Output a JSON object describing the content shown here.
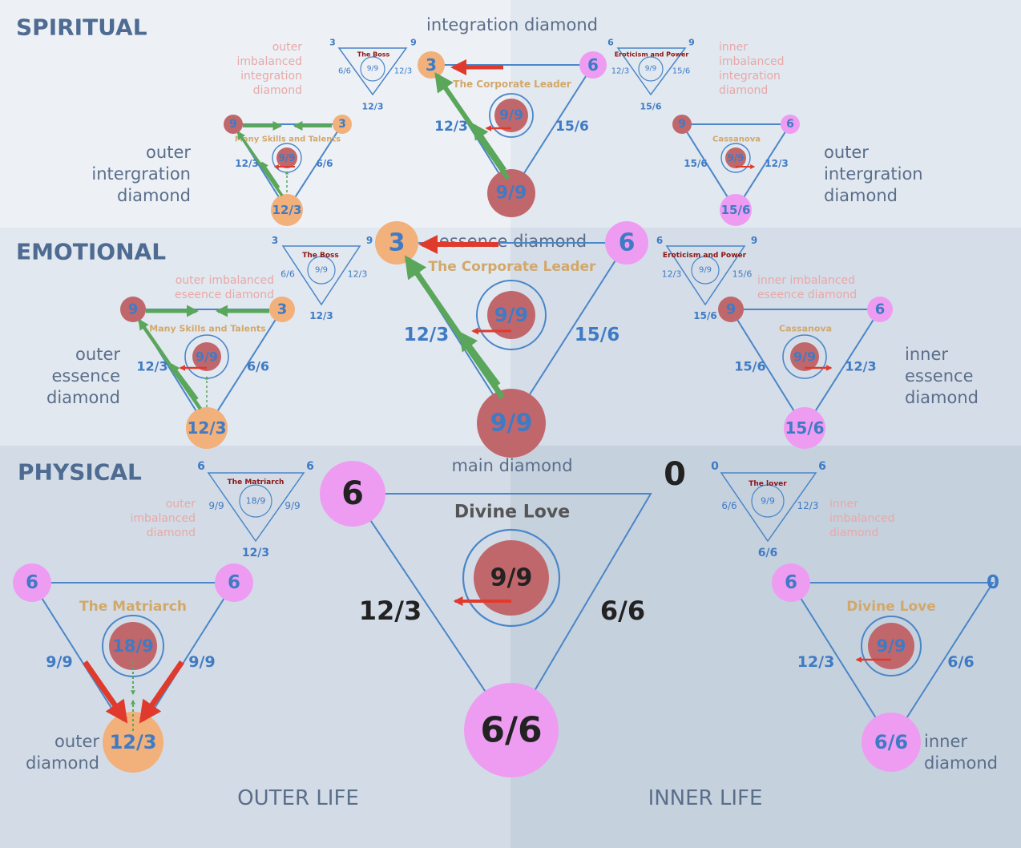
{
  "colors": {
    "band_spiritual_left": "#edf1f6",
    "band_spiritual_right": "#e1e8f0",
    "band_emotional_left": "#e2e8f0",
    "band_emotional_right": "#d5dde8",
    "band_physical_left": "#d3dce6",
    "band_physical_right": "#c6d1de",
    "line": "#4a86c8",
    "num": "#3f7bc4",
    "dark": "#222222",
    "core": "#c0676c",
    "orange": "#f2b07a",
    "pink": "#ee9cf2",
    "green": "#5aa65a",
    "red": "#e03a2c",
    "gold": "#d2a86a",
    "salmon": "#e8a8a8",
    "label": "#5a6e8a",
    "section": "#4e6b92",
    "maroon": "#8a1414",
    "divine": "#555555"
  },
  "sections": {
    "spiritual": "SPIRITUAL",
    "emotional": "EMOTIONAL",
    "physical": "PHYSICAL"
  },
  "footer": {
    "outer_life": "OUTER LIFE",
    "inner_life": "INNER LIFE"
  },
  "labels": {
    "integration_diamond": "integration diamond",
    "essence_diamond": "essence diamond",
    "main_diamond": "main diamond",
    "outer_imbalanced_integration": [
      "outer",
      "imbalanced",
      "integration",
      "diamond"
    ],
    "inner_imbalanced_integration": [
      "inner",
      "imbalanced",
      "integration",
      "diamond"
    ],
    "outer_integration": [
      "outer",
      "intergration",
      "diamond"
    ],
    "inner_integration": [
      "outer",
      "intergration",
      "diamond"
    ],
    "outer_imbalanced_essence": [
      "outer imbalanced",
      "eseence diamond"
    ],
    "inner_imbalanced_essence": [
      "inner imbalanced",
      "eseence diamond"
    ],
    "outer_essence": [
      "outer",
      "essence",
      "diamond"
    ],
    "inner_essence": [
      "inner",
      "essence",
      "diamond"
    ],
    "outer_imbalanced_main": [
      "outer",
      "imbalanced",
      "diamond"
    ],
    "inner_imbalanced_main": [
      "inner",
      "imbalanced",
      "diamond"
    ],
    "outer_diamond": [
      "outer",
      "diamond"
    ],
    "inner_diamond": [
      "inner",
      "diamond"
    ]
  },
  "diamonds": {
    "integration_main": {
      "left": "3",
      "right": "6",
      "bottom": "9/9",
      "center": "9/9",
      "side_left": "12/3",
      "side_right": "15/6",
      "title": "The Corporate Leader"
    },
    "integration_outer": {
      "left": "9",
      "right": "3",
      "bottom": "12/3",
      "center": "9/9",
      "side_left": "12/3",
      "side_right": "6/6",
      "title": "Many Skills and Talents"
    },
    "integration_inner": {
      "left": "9",
      "right": "6",
      "bottom": "15/6",
      "center": "9/9",
      "side_left": "15/6",
      "side_right": "12/3",
      "title": "Cassanova"
    },
    "integration_outer_imb": {
      "left": "3",
      "right": "9",
      "bottom": "12/3",
      "center": "9/9",
      "side_left": "6/6",
      "side_right": "12/3",
      "title": "The Boss"
    },
    "integration_inner_imb": {
      "left": "6",
      "right": "9",
      "bottom": "15/6",
      "center": "9/9",
      "side_left": "12/3",
      "side_right": "15/6",
      "title": "Eroticism and Power"
    },
    "essence_main": {
      "left": "3",
      "right": "6",
      "bottom": "9/9",
      "center": "9/9",
      "side_left": "12/3",
      "side_right": "15/6",
      "title": "The Corporate Leader"
    },
    "essence_outer": {
      "left": "9",
      "right": "3",
      "bottom": "12/3",
      "center": "9/9",
      "side_left": "12/3",
      "side_right": "6/6",
      "title": "Many Skills and Talents"
    },
    "essence_inner": {
      "left": "9",
      "right": "6",
      "bottom": "15/6",
      "center": "9/9",
      "side_left": "15/6",
      "side_right": "12/3",
      "title": "Cassanova"
    },
    "essence_outer_imb": {
      "left": "3",
      "right": "9",
      "bottom": "12/3",
      "center": "9/9",
      "side_left": "6/6",
      "side_right": "12/3",
      "title": "The Boss"
    },
    "essence_inner_imb": {
      "left": "6",
      "right": "9",
      "bottom": "15/6",
      "center": "9/9",
      "side_left": "12/3",
      "side_right": "15/6",
      "title": "Eroticism and Power"
    },
    "main": {
      "left": "6",
      "right": "0",
      "bottom": "6/6",
      "center": "9/9",
      "side_left": "12/3",
      "side_right": "6/6",
      "title": "Divine Love"
    },
    "main_outer": {
      "left": "6",
      "right": "6",
      "bottom": "12/3",
      "center": "18/9",
      "side_left": "9/9",
      "side_right": "9/9",
      "title": "The Matriarch"
    },
    "main_inner": {
      "left": "6",
      "right": "0",
      "bottom": "6/6",
      "center": "9/9",
      "side_left": "12/3",
      "side_right": "6/6",
      "title": "Divine Love"
    },
    "main_outer_imb": {
      "left": "6",
      "right": "6",
      "bottom": "12/3",
      "center": "18/9",
      "side_left": "9/9",
      "side_right": "9/9",
      "title": "The Matriarch"
    },
    "main_inner_imb": {
      "left": "0",
      "right": "6",
      "bottom": "6/6",
      "center": "9/9",
      "side_left": "6/6",
      "side_right": "12/3",
      "title": "The lover"
    }
  }
}
